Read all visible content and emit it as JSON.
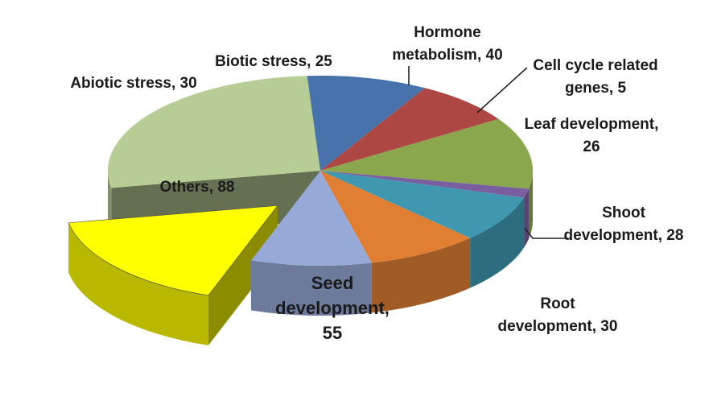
{
  "chart_data": {
    "type": "pie",
    "variant": "3d-exploded",
    "title": "",
    "grid": false,
    "legend": "none",
    "slices": [
      {
        "name": "Hormone metabolism",
        "value": 40,
        "label_lines": [
          "Hormone",
          "metabolism, 40"
        ],
        "color": "#8aa74e"
      },
      {
        "name": "Cell cycle related genes",
        "value": 5,
        "label_lines": [
          "Cell cycle related",
          "genes, 5"
        ],
        "color": "#7a5fa0"
      },
      {
        "name": "Leaf development",
        "value": 26,
        "label_lines": [
          "Leaf development,",
          "26"
        ],
        "color": "#3f97b0"
      },
      {
        "name": "Shoot development",
        "value": 28,
        "label_lines": [
          "Shoot",
          "development, 28"
        ],
        "color": "#e07f33"
      },
      {
        "name": "Root development",
        "value": 30,
        "label_lines": [
          "Root",
          "development, 30"
        ],
        "color": "#97a9d7"
      },
      {
        "name": "Seed development",
        "value": 55,
        "label_lines": [
          "Seed",
          "development,",
          "55"
        ],
        "color": "#ffff00",
        "exploded": true
      },
      {
        "name": "Others",
        "value": 88,
        "label_lines": [
          "Others, 88"
        ],
        "color": "#b8cc95"
      },
      {
        "name": "Abiotic stress",
        "value": 30,
        "label_lines": [
          "Abiotic stress, 30"
        ],
        "color": "#4872ab"
      },
      {
        "name": "Biotic stress",
        "value": 25,
        "label_lines": [
          "Biotic stress, 25"
        ],
        "color": "#ac4744"
      }
    ]
  }
}
